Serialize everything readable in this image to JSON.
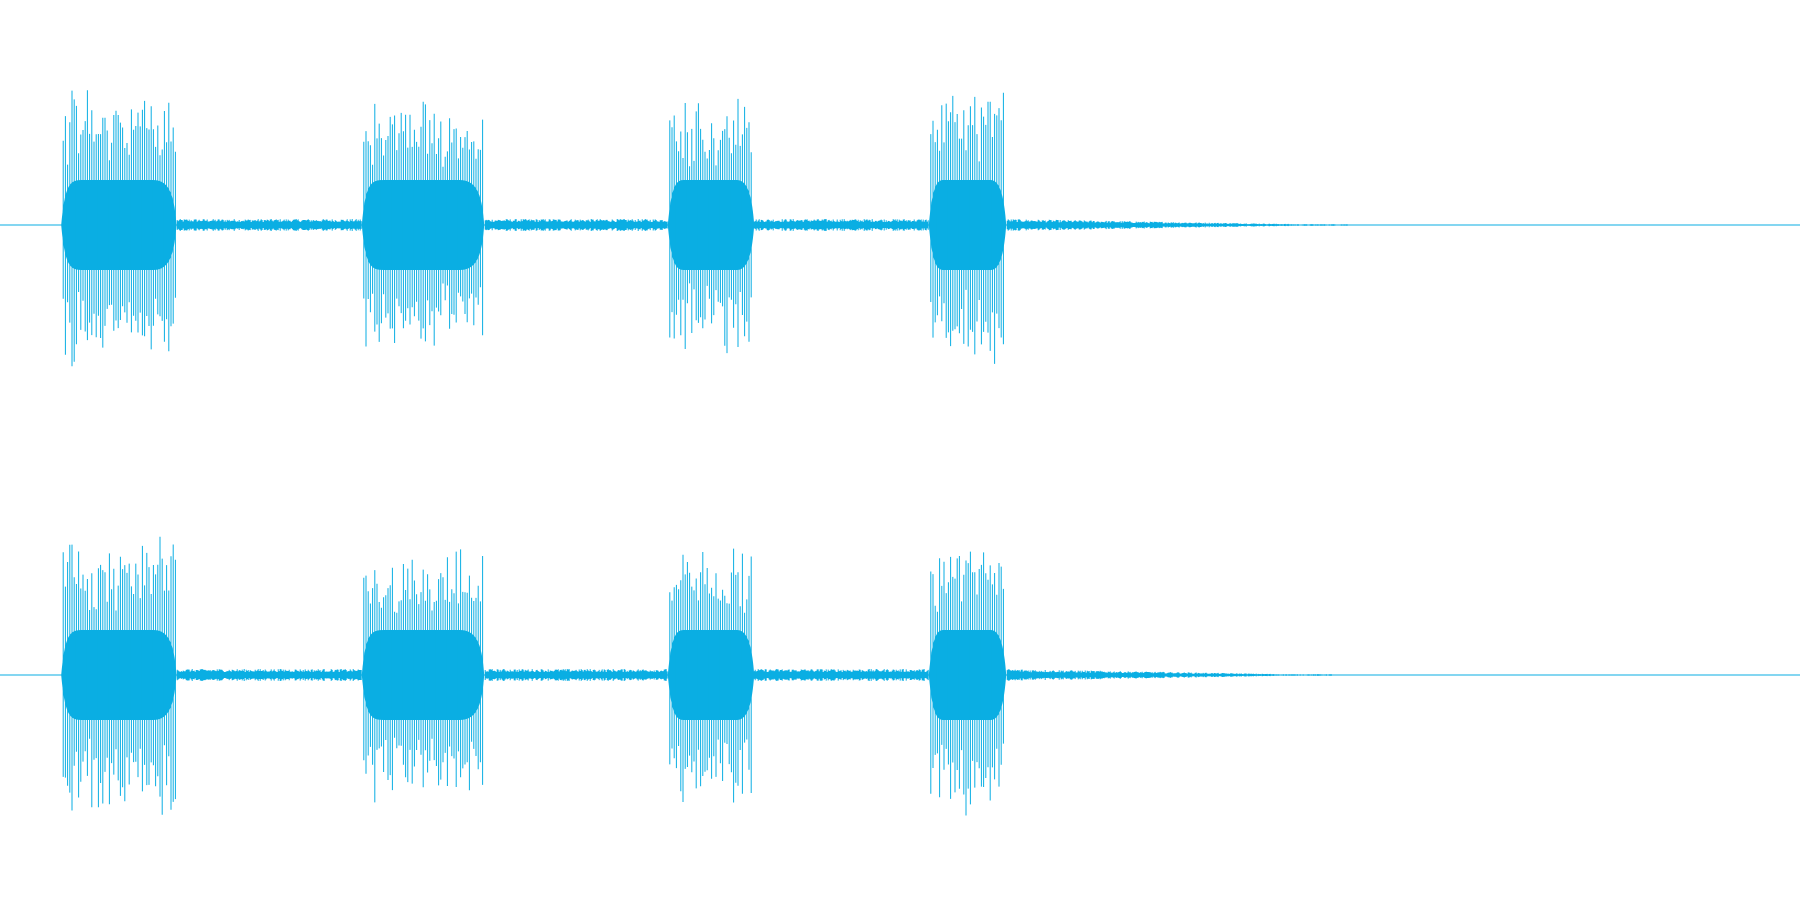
{
  "waveform": {
    "color": "#0aaee3",
    "channels": [
      {
        "id": "left",
        "bursts": [
          {
            "start": 0.034,
            "end": 0.098,
            "amp": 0.95
          },
          {
            "start": 0.201,
            "end": 0.269,
            "amp": 0.88
          },
          {
            "start": 0.371,
            "end": 0.419,
            "amp": 0.9
          },
          {
            "start": 0.516,
            "end": 0.559,
            "amp": 0.97
          }
        ],
        "tail_end": 0.75
      },
      {
        "id": "right",
        "bursts": [
          {
            "start": 0.034,
            "end": 0.098,
            "amp": 0.95
          },
          {
            "start": 0.201,
            "end": 0.269,
            "amp": 0.88
          },
          {
            "start": 0.371,
            "end": 0.419,
            "amp": 0.9
          },
          {
            "start": 0.516,
            "end": 0.559,
            "amp": 0.97
          }
        ],
        "tail_end": 0.74
      }
    ]
  }
}
